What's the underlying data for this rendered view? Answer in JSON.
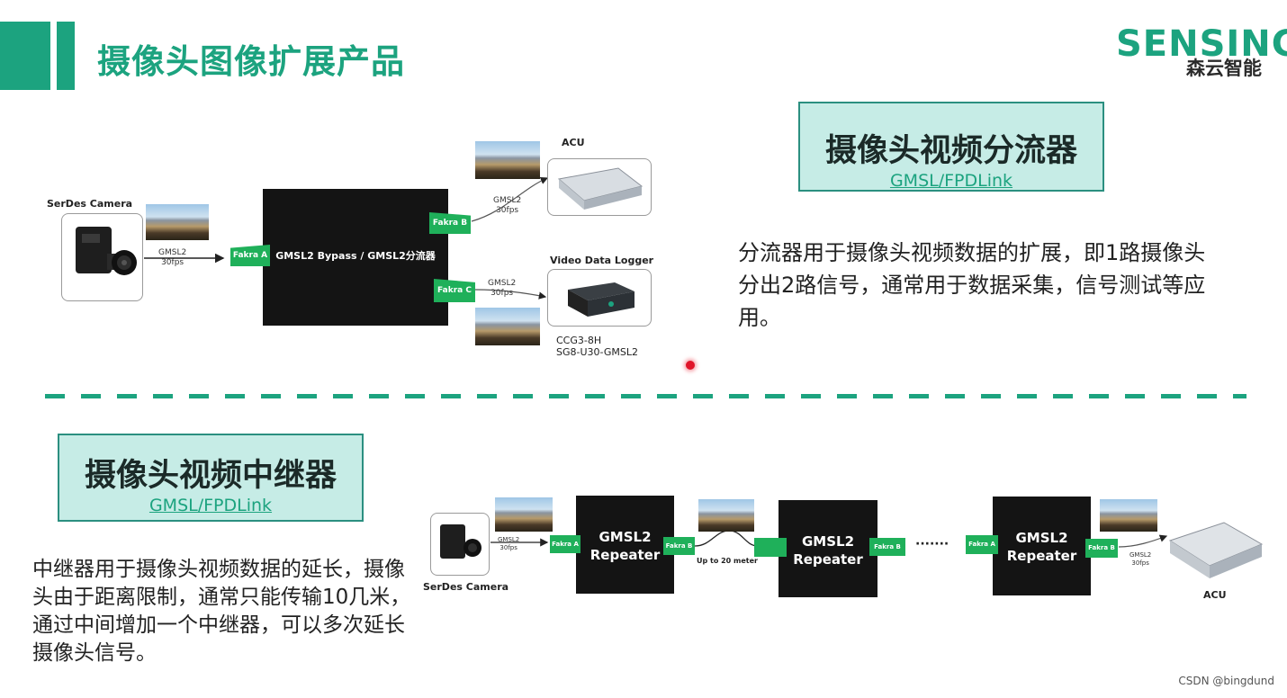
{
  "header": {
    "title": "摄像头图像扩展产品",
    "logo_en": "SENSING",
    "logo_cn": "森云智能"
  },
  "splitter": {
    "card_title": "摄像头视频分流器",
    "card_subtitle": "GMSL/FPDLink",
    "description": "分流器用于摄像头视频数据的扩展，即1路摄像头分出2路信号，通常用于数据采集，信号测试等应用。",
    "diagram": {
      "camera_label": "SerDes Camera",
      "link_in": "GMSL2\n30fps",
      "port_a": "Fakra A",
      "port_b": "Fakra B",
      "port_c": "Fakra C",
      "box_label": "GMSL2 Bypass / GMSL2分流器",
      "link_b": "GMSL2\n30fps",
      "link_c": "GMSL2\n30fps",
      "acu_label": "ACU",
      "logger_label": "Video Data Logger",
      "logger_model": "CCG3-8H\nSG8-U30-GMSL2"
    }
  },
  "repeater": {
    "card_title": "摄像头视频中继器",
    "card_subtitle": "GMSL/FPDLink",
    "description": "中继器用于摄像头视频数据的延长，摄像头由于距离限制，通常只能传输10几米，通过中间增加一个中继器，可以多次延长摄像头信号。",
    "diagram": {
      "camera_label": "SerDes Camera",
      "link_in": "GMSL2\n30fps",
      "port_a": "Fakra A",
      "port_b": "Fakra B",
      "box_label": "GMSL2\nRepeater",
      "distance": "Up to 20 meter",
      "ellipsis": "·······",
      "link_out": "GMSL2\n30fps",
      "acu_label": "ACU"
    }
  },
  "watermark": "CSDN @bingdund",
  "colors": {
    "accent": "#1ca37f",
    "card_bg": "#c6ece6",
    "port_green": "#1fb05a",
    "box": "#141414"
  }
}
